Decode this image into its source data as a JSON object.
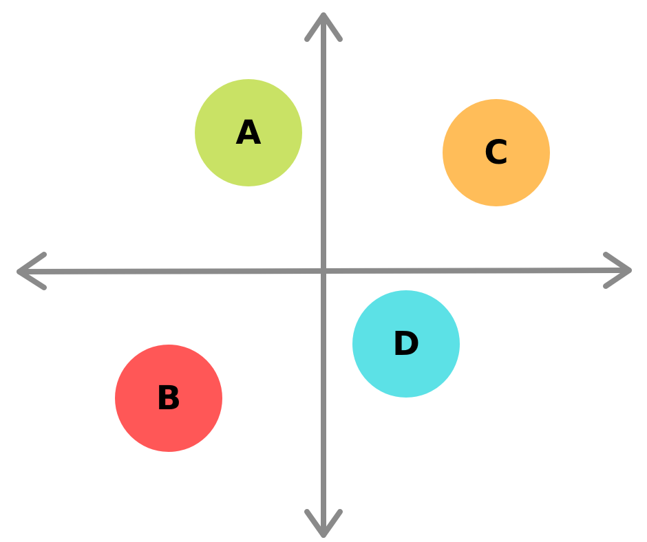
{
  "colors": {
    "axis": "#8a8a8a",
    "label": "#000000"
  },
  "points": [
    {
      "label": "A",
      "color": "#c9e265",
      "quadrant": "top-left"
    },
    {
      "label": "C",
      "color": "#ffbd59",
      "quadrant": "top-right"
    },
    {
      "label": "D",
      "color": "#5ce1e6",
      "quadrant": "bottom-right"
    },
    {
      "label": "B",
      "color": "#ff5757",
      "quadrant": "bottom-left"
    }
  ]
}
